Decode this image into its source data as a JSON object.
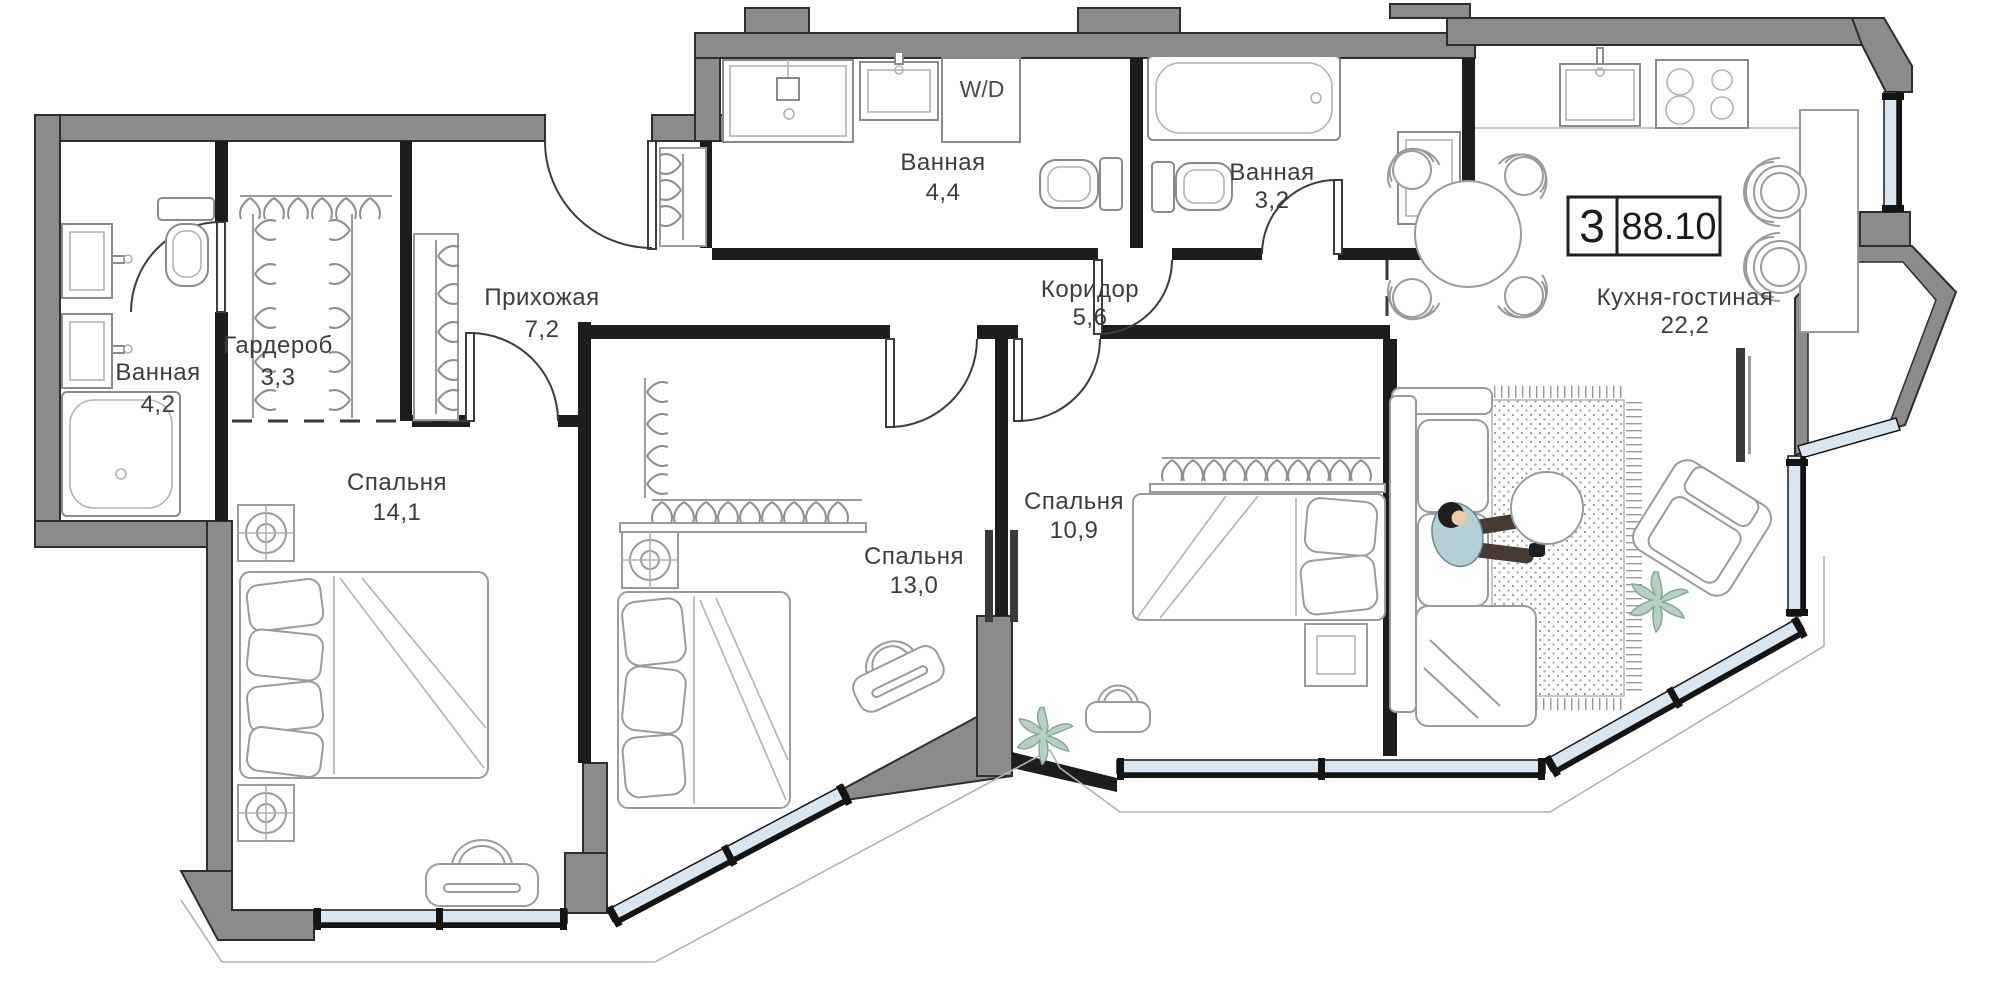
{
  "plan": {
    "badge": {
      "rooms_count": "3",
      "total_area": "88.10"
    },
    "appliance_labels": {
      "washer_dryer": "W/D"
    },
    "rooms": [
      {
        "id": "bathroom-left",
        "name": "Ванная",
        "area": "4,2"
      },
      {
        "id": "wardrobe",
        "name": "Гардероб",
        "area": "3,3"
      },
      {
        "id": "hallway",
        "name": "Прихожая",
        "area": "7,2"
      },
      {
        "id": "bathroom-middle",
        "name": "Ванная",
        "area": "4,4"
      },
      {
        "id": "corridor",
        "name": "Коридор",
        "area": "5,6"
      },
      {
        "id": "bathroom-right",
        "name": "Ванная",
        "area": "3,2"
      },
      {
        "id": "kitchen-living",
        "name": "Кухня-гостиная",
        "area": "22,2"
      },
      {
        "id": "bedroom-1",
        "name": "Спальня",
        "area": "14,1"
      },
      {
        "id": "bedroom-2",
        "name": "Спальня",
        "area": "13,0"
      },
      {
        "id": "bedroom-3",
        "name": "Спальня",
        "area": "10,9"
      }
    ],
    "colors": {
      "wall_exterior": "#8b8b8b",
      "wall_interior": "#1d1d1d",
      "window_glazing": "#d9e6f2",
      "plant": "#b9cfc4",
      "label_text": "#3d3d3d"
    }
  }
}
